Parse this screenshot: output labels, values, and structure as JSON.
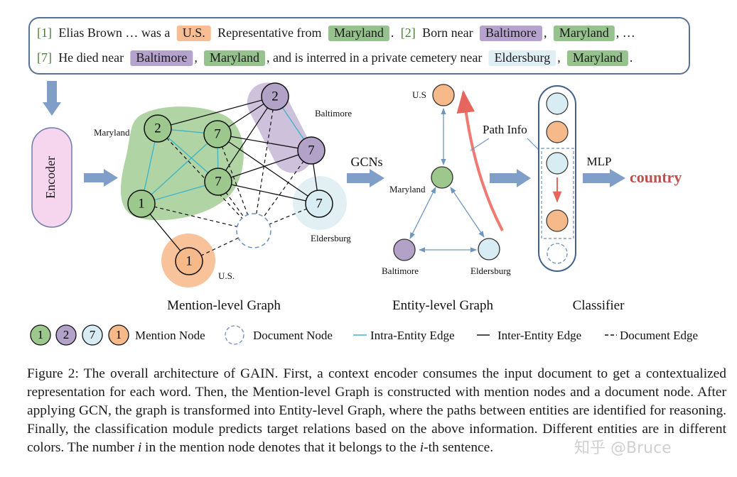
{
  "document": {
    "line1": [
      {
        "t": "[1]",
        "kind": "num"
      },
      {
        "t": "Elias Brown … was a",
        "kind": "text"
      },
      {
        "t": "U.S.",
        "kind": "us"
      },
      {
        "t": "Representative from",
        "kind": "text"
      },
      {
        "t": "Maryland",
        "kind": "maryland"
      },
      {
        "t": ".",
        "kind": "text"
      },
      {
        "t": "[2]",
        "kind": "num"
      },
      {
        "t": "Born near",
        "kind": "text"
      },
      {
        "t": "Baltimore",
        "kind": "baltimore"
      },
      {
        "t": ",",
        "kind": "text"
      },
      {
        "t": "Maryland",
        "kind": "maryland"
      },
      {
        "t": ", …",
        "kind": "text"
      }
    ],
    "line2": [
      {
        "t": "[7]",
        "kind": "num"
      },
      {
        "t": "He died near",
        "kind": "text"
      },
      {
        "t": "Baltimore",
        "kind": "baltimore"
      },
      {
        "t": ",",
        "kind": "text"
      },
      {
        "t": "Maryland",
        "kind": "maryland"
      },
      {
        "t": ", and is interred in a private cemetery near",
        "kind": "text"
      },
      {
        "t": "Eldersburg",
        "kind": "eldersburg"
      },
      {
        "t": ",",
        "kind": "text"
      },
      {
        "t": "Maryland",
        "kind": "maryland"
      },
      {
        "t": ".",
        "kind": "text"
      }
    ]
  },
  "encoder_label": "Encoder",
  "mention_graph": {
    "title": "Mention-level Graph",
    "labels": {
      "maryland": "Maryland",
      "baltimore": "Baltimore",
      "eldersburg": "Eldersburg",
      "us": "U.S."
    },
    "nodes": [
      {
        "id": "m2",
        "num": "2",
        "entity": "maryland"
      },
      {
        "id": "m7a",
        "num": "7",
        "entity": "maryland"
      },
      {
        "id": "m7b",
        "num": "7",
        "entity": "maryland"
      },
      {
        "id": "m1",
        "num": "1",
        "entity": "maryland"
      },
      {
        "id": "b2",
        "num": "2",
        "entity": "baltimore"
      },
      {
        "id": "b7",
        "num": "7",
        "entity": "baltimore"
      },
      {
        "id": "e7",
        "num": "7",
        "entity": "eldersburg"
      },
      {
        "id": "u1",
        "num": "1",
        "entity": "us"
      }
    ]
  },
  "gcn_label": "GCNs",
  "entity_graph": {
    "title": "Entity-level Graph",
    "labels": {
      "us": "U.S",
      "maryland": "Maryland",
      "baltimore": "Baltimore",
      "eldersburg": "Eldersburg"
    },
    "path_info": "Path Info"
  },
  "classifier": {
    "title": "Classifier",
    "mlp": "MLP",
    "output": "country"
  },
  "legend": {
    "nodes": [
      {
        "num": "1",
        "entity": "maryland"
      },
      {
        "num": "2",
        "entity": "baltimore"
      },
      {
        "num": "7",
        "entity": "eldersburg"
      },
      {
        "num": "1",
        "entity": "us"
      }
    ],
    "mention_node": "Mention Node",
    "document_node": "Document Node",
    "intra_edge": "Intra-Entity Edge",
    "inter_edge": "Inter-Entity Edge",
    "document_edge": "Document Edge"
  },
  "caption": {
    "p1": "Figure 2: The overall architecture of GAIN. First, a context encoder consumes the input document to get a contextualized representation for each word. Then, the Mention-level Graph is constructed with mention nodes and a document node. After applying GCN, the graph is transformed into Entity-level Graph, where the paths between entities are identified for reasoning. Finally, the classification module predicts target relations based on the above information. Different entities are in different colors. The number ",
    "i1": "i",
    "p2": " in the mention node denotes that it belongs to the ",
    "i2": "i",
    "p3": "-th sentence."
  },
  "watermark": "知乎 @Bruce",
  "colors": {
    "maryland": "#9dc88d",
    "maryland_hl": "#96c28e",
    "maryland_region": "#a9cf9a",
    "baltimore": "#b3a2c8",
    "baltimore_hl": "#b5a3cd",
    "baltimore_region": "#cdc1dc",
    "eldersburg": "#d7ecf3",
    "eldersburg_hl": "#dfeff5",
    "eldersburg_region": "#e2f0f5",
    "us": "#f6ba8a",
    "us_hl": "#f8bd93",
    "us_region": "#f8c29a",
    "arrow": "#7799c5",
    "encoder": "#f6d6ee",
    "encoder_stroke": "#6f7ca8",
    "box_stroke": "#5a7193",
    "intra": "#40b5c8",
    "num": "#4a7d3c",
    "country": "#c0504d",
    "red_arrow": "#ee7a72",
    "blue_link": "#6f96bf"
  }
}
